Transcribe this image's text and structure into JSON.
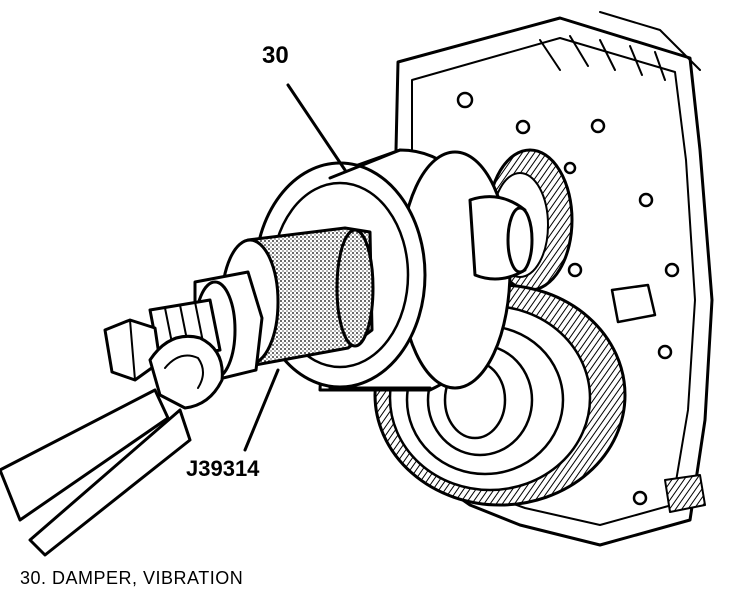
{
  "callouts": {
    "part_number": "30",
    "tool_number": "J39314"
  },
  "caption": "30. DAMPER, VIBRATION",
  "colors": {
    "ink": "#000000",
    "paper": "#ffffff"
  }
}
